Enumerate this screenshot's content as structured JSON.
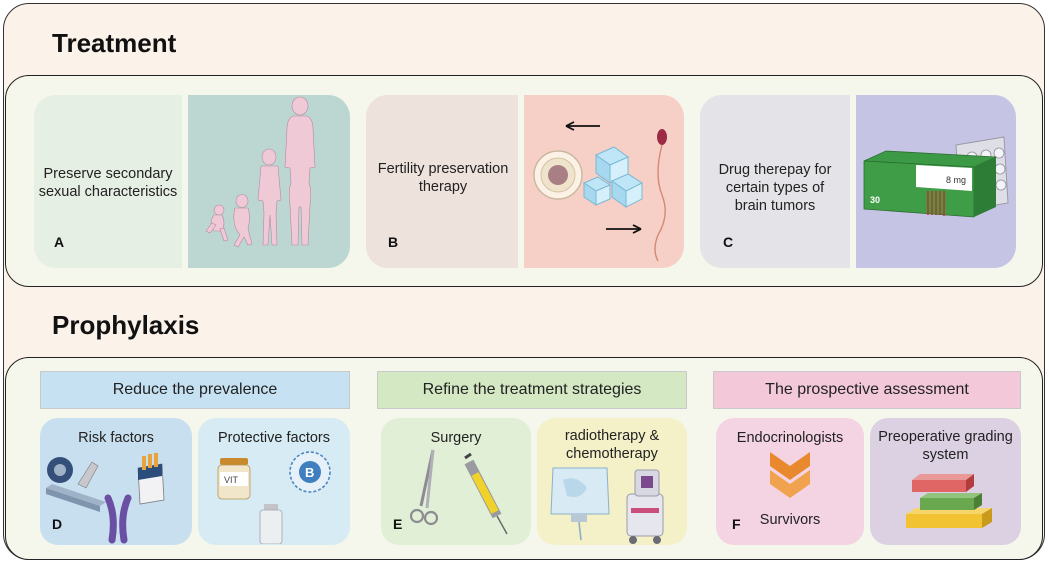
{
  "treatment": {
    "title": "Treatment",
    "cards": [
      {
        "letter": "A",
        "text_lines": [
          "Preserve secondary",
          "sexual characteristics"
        ],
        "bg": "#e6efe3",
        "image_bg": "#bcd7d2",
        "icon": "human-growth-silhouettes"
      },
      {
        "letter": "B",
        "text_lines": [
          "Fertility preservation",
          "therapy"
        ],
        "bg": "#ede2dc",
        "image_bg": "#f6cfc6",
        "icon": "egg-sperm-cryopreservation"
      },
      {
        "letter": "C",
        "text_lines": [
          "Drug therepay for",
          "certain types of",
          "brain tumors"
        ],
        "bg": "#e4e4e8",
        "image_bg": "#c5c4e4",
        "icon": "medicine-box-and-pills",
        "box_dose": "8 mg",
        "box_count": "30"
      }
    ]
  },
  "prophylaxis": {
    "title": "Prophylaxis",
    "groups": [
      {
        "banner": "Reduce the prevalence",
        "banner_bg": "#c6e1f2",
        "letter": "D",
        "items": [
          {
            "label_lines": [
              "Risk factors"
            ],
            "bg": "#c8dff0",
            "icon": "microscope-cigarettes-chromosome"
          },
          {
            "label_lines": [
              "Protective factors"
            ],
            "bg": "#d6ebf3",
            "icon": "vitamin-bottle-and-b-vitamin",
            "vit_label": "VIT",
            "b_label": "B"
          }
        ]
      },
      {
        "banner": "Refine the treatment strategies",
        "banner_bg": "#d3e8c3",
        "letter": "E",
        "items": [
          {
            "label_lines": [
              "Surgery"
            ],
            "bg": "#e1efd6",
            "icon": "scissors-and-syringe"
          },
          {
            "label_lines": [
              "radiotherapy &",
              "chemotherapy"
            ],
            "bg": "#f4f1c8",
            "icon": "iv-bag-and-radiotherapy-machine"
          }
        ]
      },
      {
        "banner": "The prospective assessment",
        "banner_bg": "#f3c9da",
        "letter": "F",
        "items": [
          {
            "label_lines": [
              "Endocrinologists"
            ],
            "bottom_label": "Survivors",
            "bg": "#f4d3e3",
            "icon": "downward-chevrons"
          },
          {
            "label_lines": [
              "Preoperative grading",
              "system"
            ],
            "bg": "#dcd1e3",
            "icon": "stacked-grading-blocks"
          }
        ]
      }
    ]
  },
  "colors": {
    "outer_bg": "#fbf2ea",
    "panel_bg": "#f6f7ec",
    "border": "#222222",
    "arrow_orange": "#e8892e"
  }
}
